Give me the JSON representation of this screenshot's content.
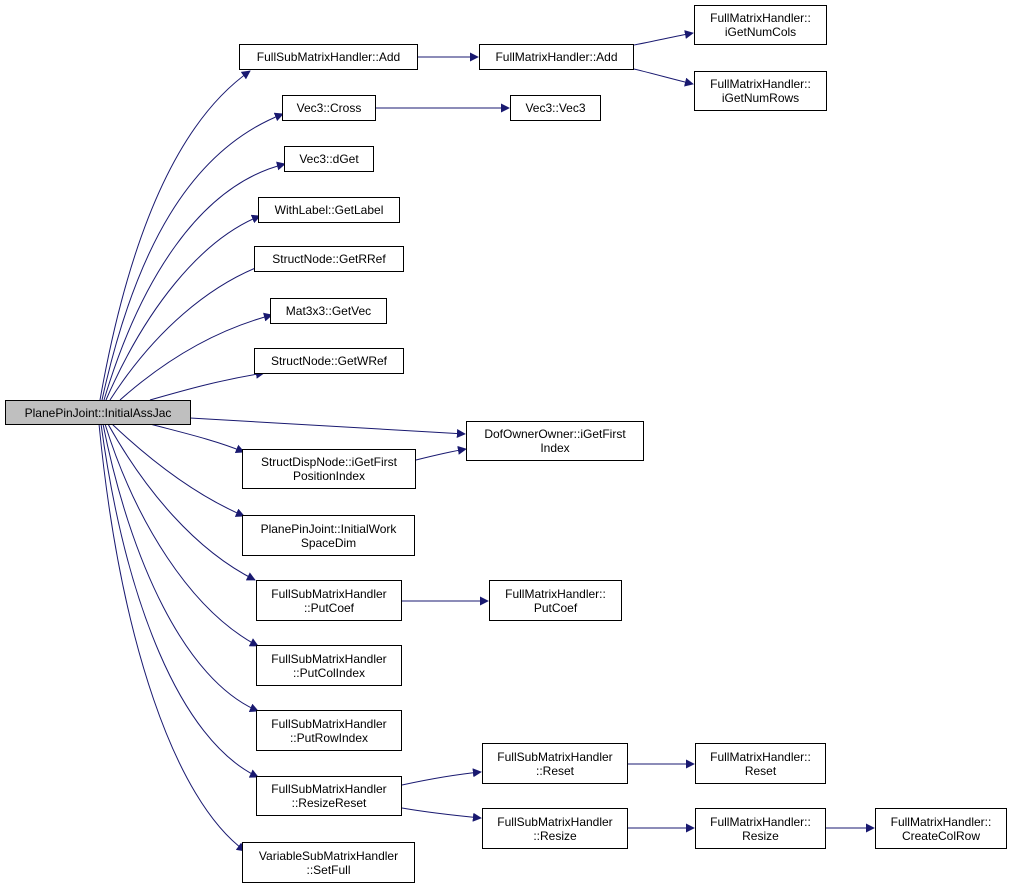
{
  "colors": {
    "edge": "#191970",
    "node_border": "#000000",
    "root_fill": "#bfbfbf"
  },
  "nodes": {
    "root": [
      "PlanePinJoint::InitialAssJac"
    ],
    "fsmh_add": [
      "FullSubMatrixHandler::Add"
    ],
    "fmh_add": [
      "FullMatrixHandler::Add"
    ],
    "fmh_getnumcols": [
      "FullMatrixHandler::",
      "iGetNumCols"
    ],
    "fmh_getnumrows": [
      "FullMatrixHandler::",
      "iGetNumRows"
    ],
    "vec3_cross": [
      "Vec3::Cross"
    ],
    "vec3_vec3": [
      "Vec3::Vec3"
    ],
    "vec3_dget": [
      "Vec3::dGet"
    ],
    "withlabel_getlabel": [
      "WithLabel::GetLabel"
    ],
    "structnode_getrref": [
      "StructNode::GetRRef"
    ],
    "mat3x3_getvec": [
      "Mat3x3::GetVec"
    ],
    "structnode_getwref": [
      "StructNode::GetWRef"
    ],
    "dofowner_igetfirstindex": [
      "DofOwnerOwner::iGetFirst",
      "Index"
    ],
    "structdispnode_igetfirstposindex": [
      "StructDispNode::iGetFirst",
      "PositionIndex"
    ],
    "ppj_initialworkspacedim": [
      "PlanePinJoint::InitialWork",
      "SpaceDim"
    ],
    "fsmh_putcoef": [
      "FullSubMatrixHandler",
      "::PutCoef"
    ],
    "fmh_putcoef": [
      "FullMatrixHandler::",
      "PutCoef"
    ],
    "fsmh_putcolindex": [
      "FullSubMatrixHandler",
      "::PutColIndex"
    ],
    "fsmh_putrowindex": [
      "FullSubMatrixHandler",
      "::PutRowIndex"
    ],
    "fsmh_resizereset": [
      "FullSubMatrixHandler",
      "::ResizeReset"
    ],
    "fsmh_reset": [
      "FullSubMatrixHandler",
      "::Reset"
    ],
    "fmh_reset": [
      "FullMatrixHandler::",
      "Reset"
    ],
    "fsmh_resize": [
      "FullSubMatrixHandler",
      "::Resize"
    ],
    "fmh_resize": [
      "FullMatrixHandler::",
      "Resize"
    ],
    "fmh_createcolrow": [
      "FullMatrixHandler::",
      "CreateColRow"
    ],
    "vsmh_setfull": [
      "VariableSubMatrixHandler",
      "::SetFull"
    ]
  }
}
